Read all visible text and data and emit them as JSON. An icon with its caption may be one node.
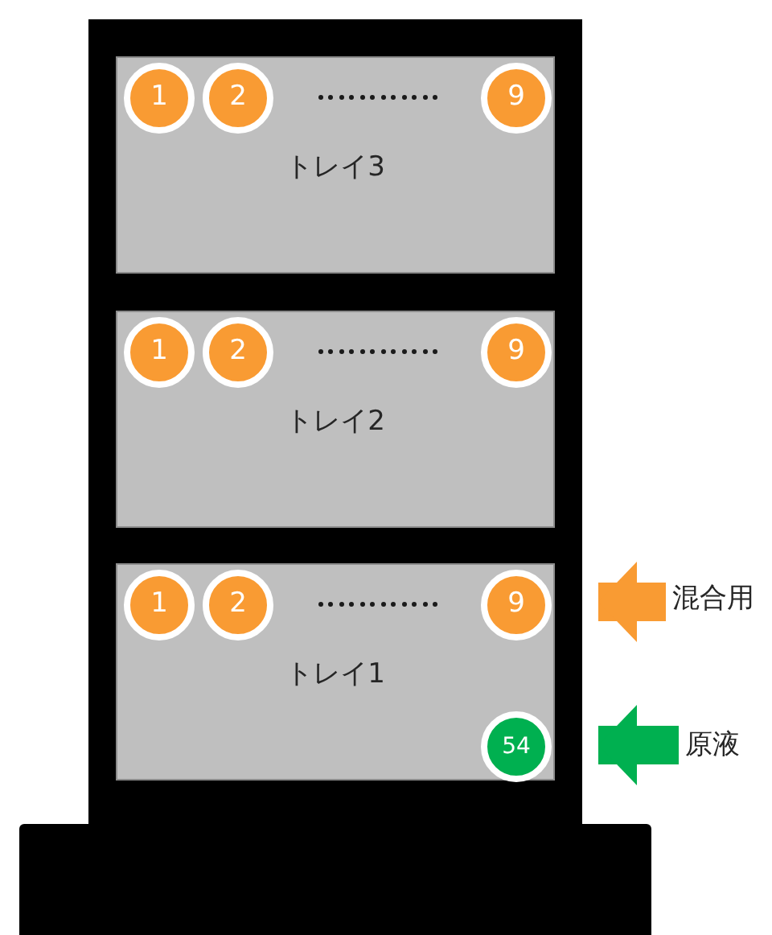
{
  "diagram": {
    "nodes": [
      {
        "text": [],
        "shape": "box"
      },
      {
        "text": [
          "トレイ3"
        ],
        "in": 0
      },
      {
        "text": [
          "1"
        ],
        "in": 1
      },
      {
        "text": [
          "2"
        ],
        "in": 1
      },
      {
        "text": [
          "9"
        ],
        "in": 1
      },
      {
        "text": [
          "トレイ2"
        ],
        "in": 0
      },
      {
        "text": [
          "1"
        ],
        "in": 5
      },
      {
        "text": [
          "2"
        ],
        "in": 5
      },
      {
        "text": [
          "9"
        ],
        "in": 5
      },
      {
        "text": [
          "トレイ1"
        ],
        "in": 0
      },
      {
        "text": [
          "1"
        ],
        "in": 9
      },
      {
        "text": [
          "2"
        ],
        "in": 9
      },
      {
        "text": [
          "9"
        ],
        "in": 9
      },
      {
        "text": [
          "54"
        ],
        "in": 9
      },
      {
        "text": [
          "混合用"
        ]
      },
      {
        "text": [
          "原液"
        ]
      },
      {
        "text": [],
        "shape": "box"
      }
    ],
    "edges": [
      {
        "from": 14,
        "to": 0,
        "arrow": "to",
        "color": "#f99b33"
      },
      {
        "from": 15,
        "to": 0,
        "arrow": "to",
        "color": "#00b050"
      }
    ]
  }
}
